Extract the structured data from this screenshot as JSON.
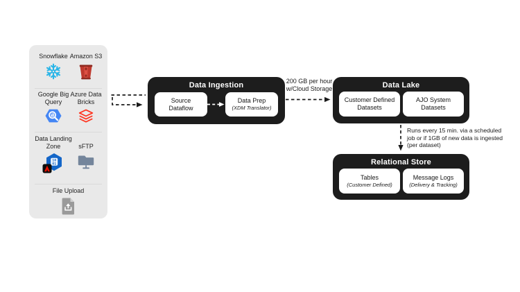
{
  "sidebar": {
    "items": [
      {
        "label": "Snowflake"
      },
      {
        "label": "Amazon S3"
      },
      {
        "label": "Google Big Query"
      },
      {
        "label": "Azure Data Bricks"
      },
      {
        "label": "Data Landing Zone"
      },
      {
        "label": "sFTP"
      },
      {
        "label": "File Upload"
      }
    ]
  },
  "groups": {
    "ingestion": {
      "title": "Data Ingestion",
      "nodes": [
        {
          "label": "Source Dataflow",
          "sub": ""
        },
        {
          "label": "Data Prep",
          "sub": "(XDM Translator)"
        }
      ]
    },
    "lake": {
      "title": "Data Lake",
      "nodes": [
        {
          "label": "Customer Defined Datasets",
          "sub": ""
        },
        {
          "label": "AJO System Datasets",
          "sub": ""
        }
      ]
    },
    "relational": {
      "title": "Relational Store",
      "nodes": [
        {
          "label": "Tables",
          "sub": "(Customer Defined)"
        },
        {
          "label": "Message Logs",
          "sub": "(Delivery & Tracking)"
        }
      ]
    }
  },
  "annotations": {
    "throughput": "200 GB per hour\nw/Cloud Storage",
    "schedule": "Runs every 15 min. via a scheduled\njob or if 1GB of new data is ingested\n(per dataset)"
  },
  "colors": {
    "box_dark": "#1d1d1d",
    "node_bg": "#ffffff",
    "sidebar_bg": "#e9e9e9",
    "connector": "#1a1a1a",
    "snowflake_blue": "#29B5E8",
    "s3_red": "#BF3A2F",
    "bigquery_blue": "#4486F4",
    "databricks_red": "#FF3621",
    "dlz_blue": "#1466C8",
    "adobe_red": "#EB1000",
    "sftp_slate": "#74859B",
    "file_gray": "#9A9A9A"
  }
}
